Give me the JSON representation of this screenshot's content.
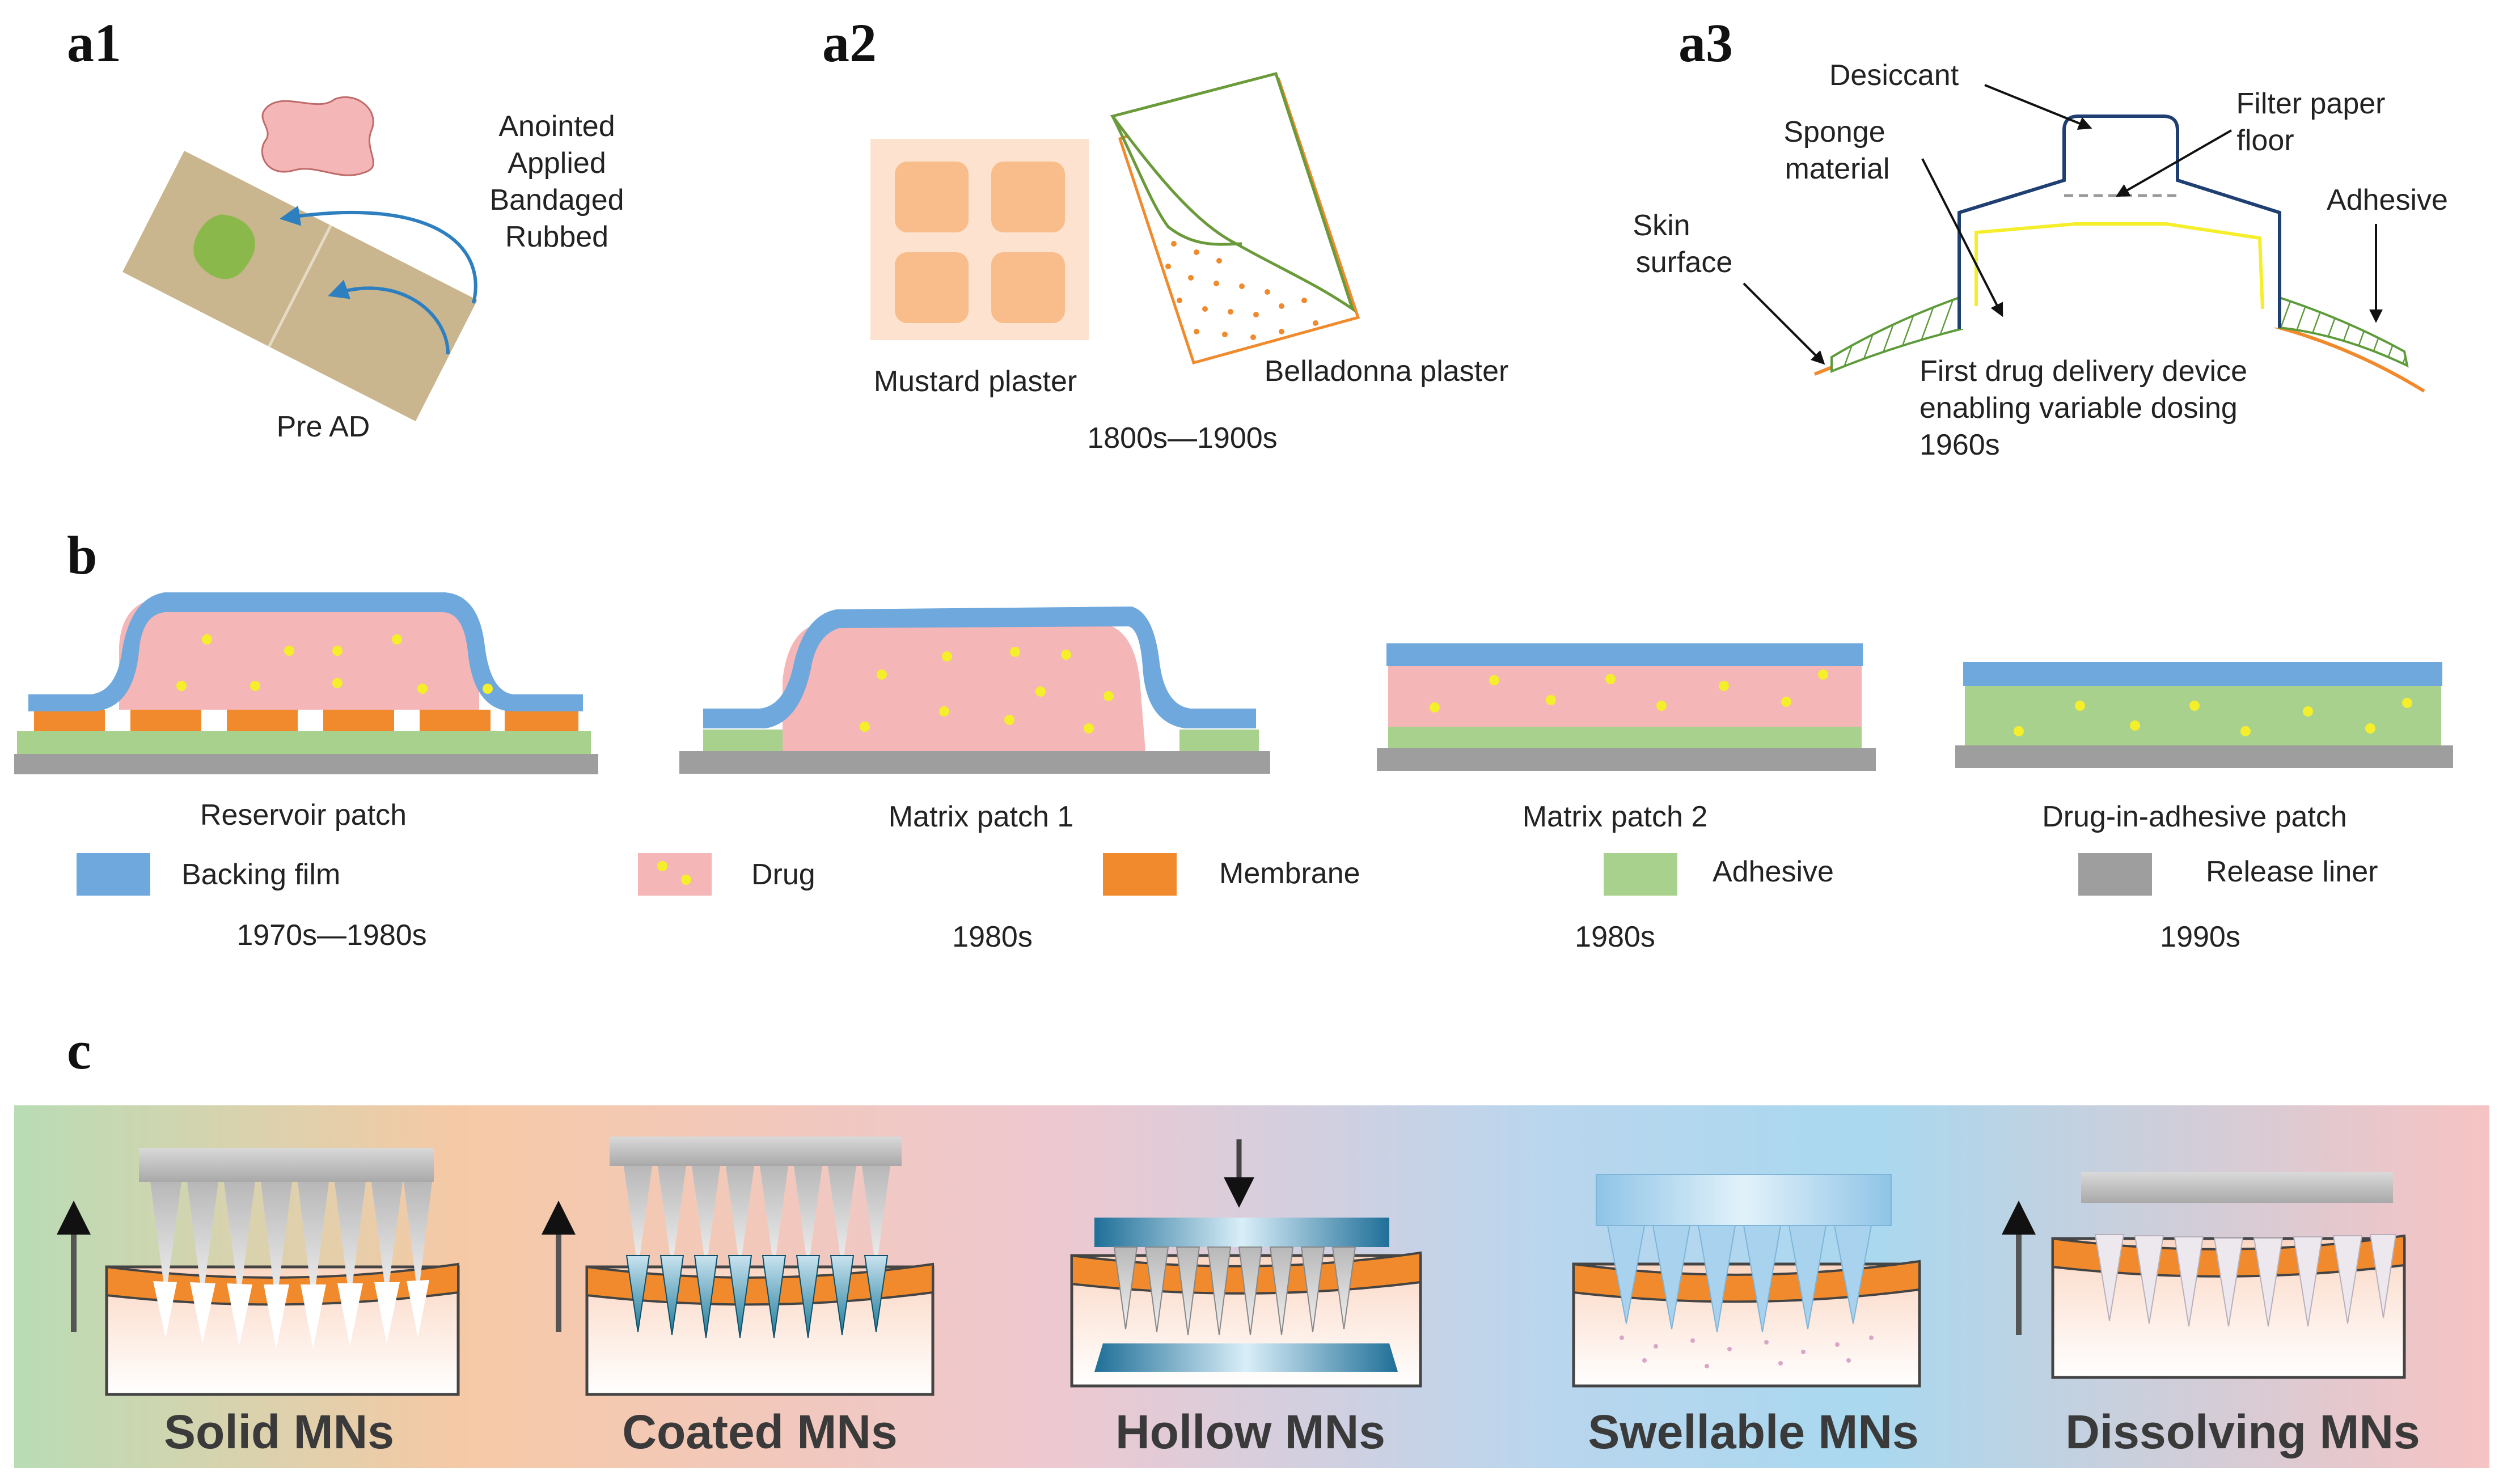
{
  "panels": {
    "a1": {
      "letter": "a1",
      "actions": [
        "Anointed",
        "Applied",
        "Bandaged",
        "Rubbed"
      ],
      "era": "Pre AD"
    },
    "a2": {
      "letter": "a2",
      "mustard": "Mustard plaster",
      "belladonna": "Belladonna plaster",
      "era": "1800s—1900s"
    },
    "a3": {
      "letter": "a3",
      "desiccant": "Desiccant",
      "filter": [
        "Filter paper",
        "floor"
      ],
      "sponge": [
        "Sponge",
        "material"
      ],
      "skin": [
        "Skin",
        "surface"
      ],
      "adhesive": "Adhesive",
      "caption": [
        "First drug delivery device",
        "enabling variable dosing",
        "1960s"
      ]
    },
    "b": {
      "letter": "b",
      "patches": [
        {
          "name": "Reservoir patch",
          "era": "1970s—1980s"
        },
        {
          "name": "Matrix patch 1",
          "era": "1980s"
        },
        {
          "name": "Matrix patch 2",
          "era": "1980s"
        },
        {
          "name": "Drug-in-adhesive patch",
          "era": "1990s"
        }
      ],
      "legend": [
        {
          "label": "Backing film",
          "color": "#6fa8dc"
        },
        {
          "label": "Drug",
          "color": "#f4b6b6"
        },
        {
          "label": "Membrane",
          "color": "#f08a2c"
        },
        {
          "label": "Adhesive",
          "color": "#a9d18e"
        },
        {
          "label": "Release liner",
          "color": "#9e9e9e"
        }
      ]
    },
    "c": {
      "letter": "c",
      "types": [
        "Solid MNs",
        "Coated MNs",
        "Hollow MNs",
        "Swellable MNs",
        "Dissolving MNs"
      ]
    }
  },
  "colors": {
    "backing": "#6fa8dc",
    "drug": "#f4b6b6",
    "membrane": "#f08a2c",
    "adhesive": "#a9d18e",
    "liner": "#9e9e9e",
    "drug_dot": "#f5ee2a",
    "arrow_blue": "#2e7fc0"
  }
}
